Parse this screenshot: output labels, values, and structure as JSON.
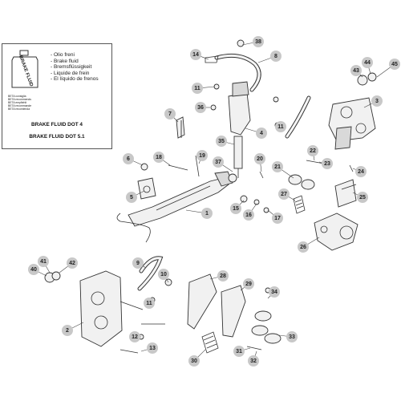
{
  "fluid_box": {
    "bottle_label": "BRAKE FLUID",
    "lines": [
      "- Olio freni",
      "- Brake fluid",
      "- Bremsflüssigkeit",
      "- Liquide de frein",
      "- El líquido de frenos"
    ],
    "small_lines": [
      "BETA consiglia",
      "BETA recommends",
      "BETA empfiehlt",
      "BETA recommande",
      "BETA recomienda"
    ],
    "fluid_primary": "BRAKE FLUID DOT 4",
    "fluid_secondary": "BRAKE FLUID DOT 5.1"
  },
  "callouts": [
    "1",
    "2",
    "3",
    "4",
    "5",
    "6",
    "7",
    "8",
    "9",
    "10",
    "11",
    "12",
    "13",
    "14",
    "15",
    "16",
    "17",
    "18",
    "19",
    "20",
    "21",
    "22",
    "23",
    "24",
    "25",
    "26",
    "27",
    "28",
    "29",
    "30",
    "31",
    "32",
    "33",
    "34",
    "35",
    "36",
    "37",
    "38",
    "40",
    "41",
    "42",
    "43",
    "44",
    "45"
  ]
}
